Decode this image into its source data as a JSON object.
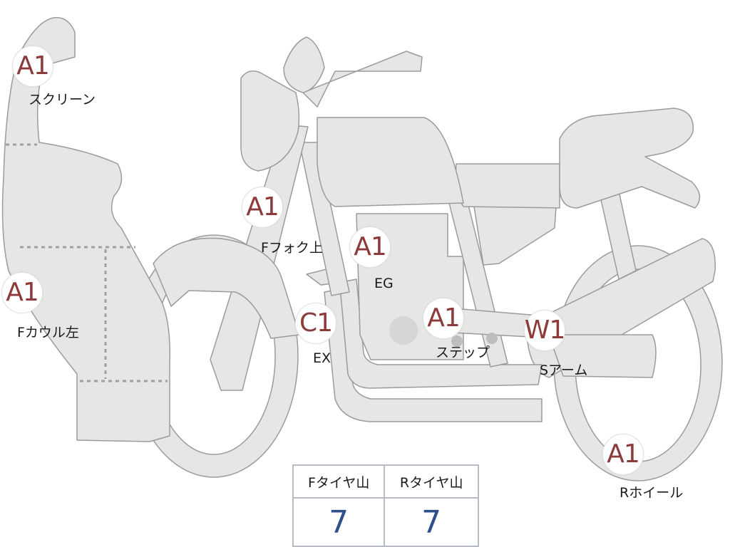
{
  "parts": [
    {
      "id": "screen",
      "grade": "A1",
      "label": "スクリーン"
    },
    {
      "id": "front-fork-upper",
      "grade": "A1",
      "label": "Fフォク上"
    },
    {
      "id": "engine",
      "grade": "A1",
      "label": "EG"
    },
    {
      "id": "front-cowl-left",
      "grade": "A1",
      "label": "Fカウル左"
    },
    {
      "id": "exhaust",
      "grade": "C1",
      "label": "EX"
    },
    {
      "id": "step",
      "grade": "A1",
      "label": "ステップ"
    },
    {
      "id": "swing-arm",
      "grade": "W1",
      "label": "Sアーム"
    },
    {
      "id": "rear-wheel",
      "grade": "A1",
      "label": "Rホイール"
    }
  ],
  "tread": {
    "front_header": "Fタイヤ山",
    "rear_header": "Rタイヤ山",
    "front_value": "7",
    "rear_value": "7"
  },
  "colors": {
    "part_fill": "#e6e6e4",
    "part_stroke": "#9b9b9b",
    "grade_text": "#8c3a3a",
    "tread_value": "#2f4f8a"
  }
}
